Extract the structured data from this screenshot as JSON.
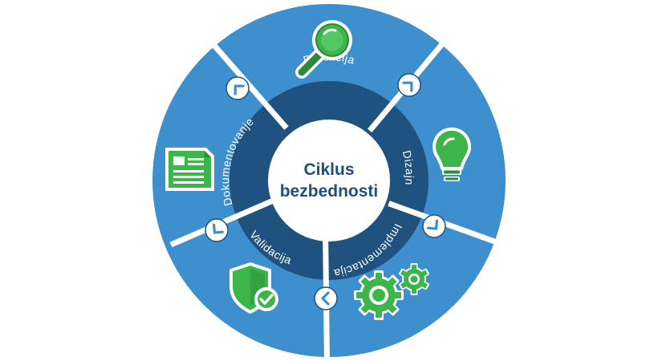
{
  "title": {
    "line1": "Ciklus",
    "line2": "bezbednosti"
  },
  "stages": [
    {
      "label": "Detekcija",
      "icon": "magnifier-icon"
    },
    {
      "label": "Dizajn",
      "icon": "lightbulb-icon"
    },
    {
      "label": "Implementacija",
      "icon": "gears-icon"
    },
    {
      "label": "Validacija",
      "icon": "shield-check-icon"
    },
    {
      "label": "Dokumentovanje",
      "icon": "document-icon"
    }
  ],
  "colors": {
    "outer_ring": "#3e8fce",
    "inner_ring": "#20527f",
    "center": "#ffffff",
    "divider": "#ffffff",
    "icon_green": "#3cb54a",
    "icon_dark_green": "#2e8a3a",
    "title_text": "#1f4f7a"
  }
}
